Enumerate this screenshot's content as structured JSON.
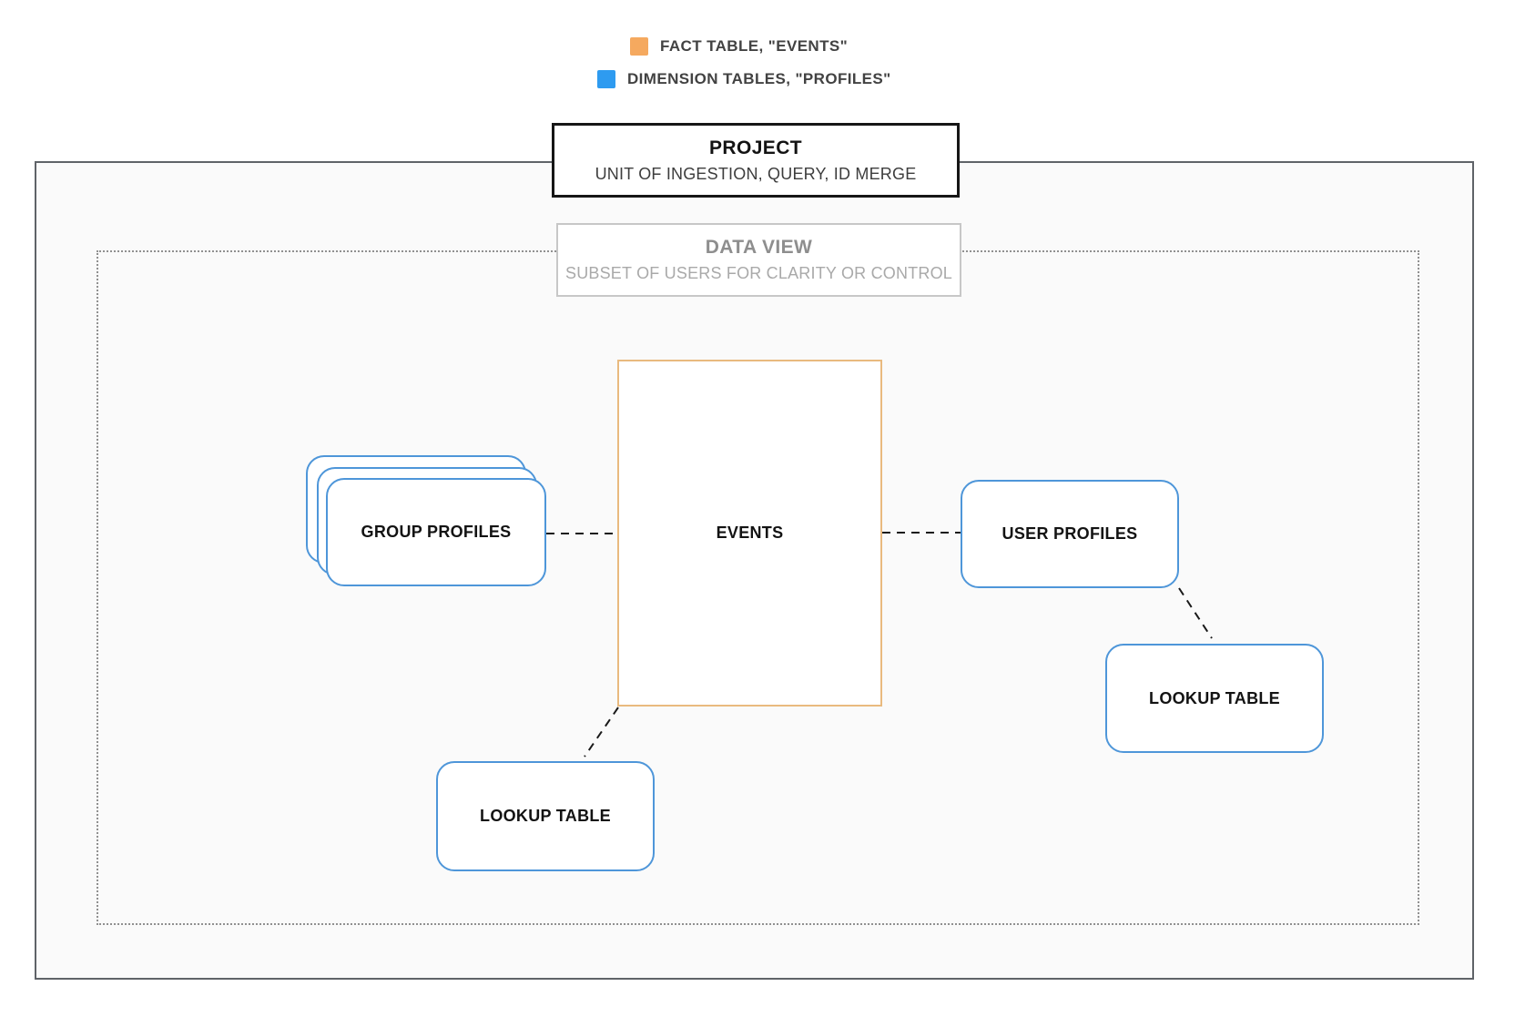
{
  "legend": {
    "items": [
      {
        "label": "FACT TABLE, \"EVENTS\""
      },
      {
        "label": "DIMENSION TABLES, \"PROFILES\""
      }
    ]
  },
  "project_box": {
    "title": "PROJECT",
    "subtitle": "UNIT OF INGESTION, QUERY, ID MERGE"
  },
  "data_view_box": {
    "title": "DATA VIEW",
    "subtitle": "SUBSET OF USERS FOR CLARITY OR CONTROL"
  },
  "nodes": {
    "events": {
      "label": "EVENTS"
    },
    "group_profiles": {
      "label": "GROUP PROFILES"
    },
    "user_profiles": {
      "label": "USER PROFILES"
    },
    "lookup_right": {
      "label": "LOOKUP TABLE"
    },
    "lookup_bottom": {
      "label": "LOOKUP TABLE"
    }
  },
  "colors": {
    "fact_swatch": "#F5A95F",
    "dimension_swatch": "#2E9BF0",
    "fact_border": "#E9BA7F",
    "dimension_border": "#4E96D9",
    "connector": "#1A1A1A"
  }
}
